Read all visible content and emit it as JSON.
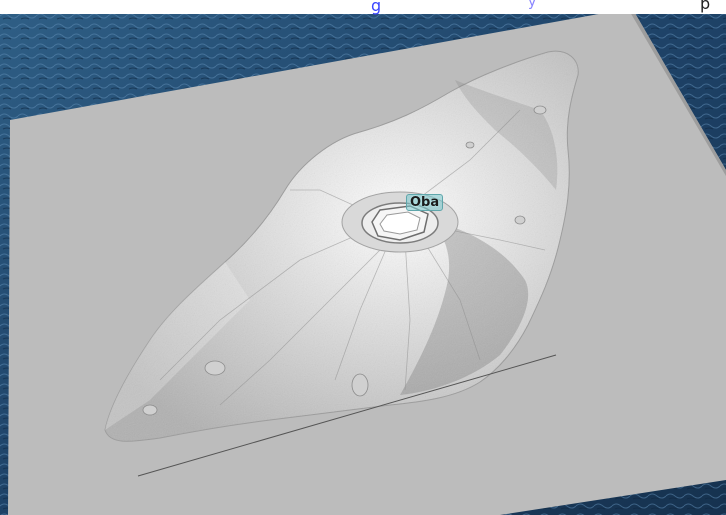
{
  "colors": {
    "ocean": "#1f3f61",
    "plate": "#b9b9b9",
    "terrain_light": "#e8e8e8",
    "terrain_shadow": "#8a8a8a",
    "label_bg": "#78c8cd"
  },
  "map": {
    "feature_label": "Oba"
  },
  "top_bar": {
    "partial_text_1": "g",
    "partial_text_2": "y",
    "partial_text_3": "p"
  }
}
